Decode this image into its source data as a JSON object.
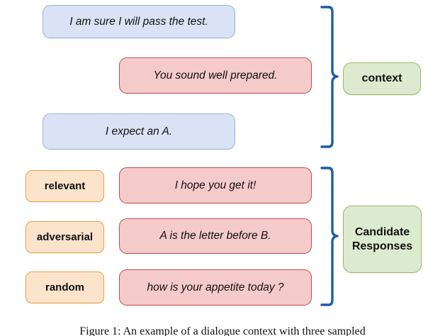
{
  "figure": {
    "caption": "Figure 1: An example of a dialogue context with three sampled",
    "colors": {
      "user_bubble_fill": "#d9e3f5",
      "user_bubble_border": "#9cb3d9",
      "system_bubble_fill": "#f5caca",
      "system_bubble_border": "#c0504d",
      "tag_fill": "#fce3cc",
      "tag_border": "#e8a33d",
      "group_label_fill": "#dcead0",
      "group_label_border": "#9bbb59",
      "brace_stroke": "#1f5ca8"
    }
  },
  "context": {
    "group_label": "context",
    "turns": [
      {
        "speaker": "user",
        "text": "I am sure I will pass the test."
      },
      {
        "speaker": "system",
        "text": "You sound well prepared."
      },
      {
        "speaker": "user",
        "text": "I expect an A."
      }
    ]
  },
  "candidates": {
    "group_label": "Candidate\nResponses",
    "group_label_line1": "Candidate",
    "group_label_line2": "Responses",
    "items": [
      {
        "tag": "relevant",
        "text": "I hope you get it!"
      },
      {
        "tag": "adversarial",
        "text": "A is the letter before B."
      },
      {
        "tag": "random",
        "text": "how is your appetite today ?"
      }
    ]
  }
}
